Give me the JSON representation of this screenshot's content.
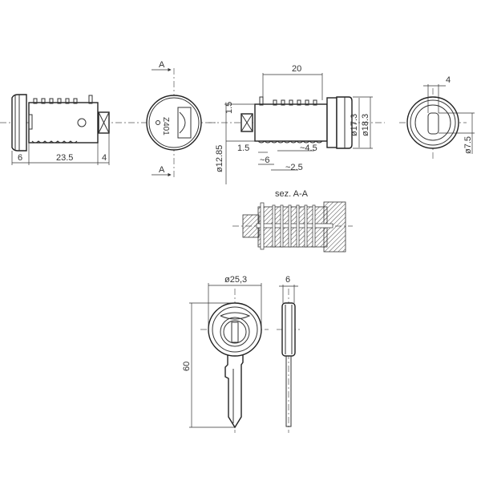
{
  "views": {
    "side_left": {
      "dims": {
        "head_width": "6",
        "body_length": "23.5",
        "tip_length": "4"
      }
    },
    "front": {
      "section_marker_top": "A",
      "section_marker_bottom": "A",
      "engraving": "Z401"
    },
    "side_right": {
      "dims": {
        "pin_span": "20",
        "offset_top": "1.5",
        "diameter_body": "ø12.85",
        "tip_offset": "1.5",
        "pin_start": "~6",
        "pin_pitch": "~2.5",
        "pin_spacing": "~4.5",
        "diameter_inner_head": "ø17.3",
        "diameter_outer_head": "ø18.3"
      }
    },
    "rear": {
      "dims": {
        "slot_width": "4",
        "slot_diameter": "ø7.5"
      }
    },
    "section": {
      "title": "sez. A-A"
    },
    "key_front": {
      "dims": {
        "head_diameter": "ø25,3",
        "total_length": "60"
      }
    },
    "key_side": {
      "dims": {
        "thickness": "6"
      }
    }
  }
}
